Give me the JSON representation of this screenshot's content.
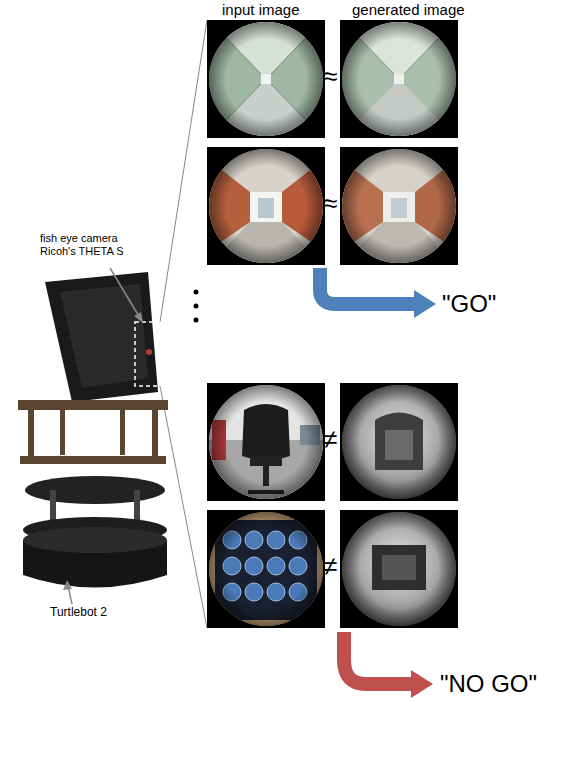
{
  "diagram": {
    "labels": [
      "input image",
      "generated image",
      "fish eye camera Ricoh's THETA S",
      "≈",
      "≈",
      "\"GO\"",
      "Turtlebot 2",
      "≠",
      "≠",
      "\"NO GO\""
    ]
  }
}
